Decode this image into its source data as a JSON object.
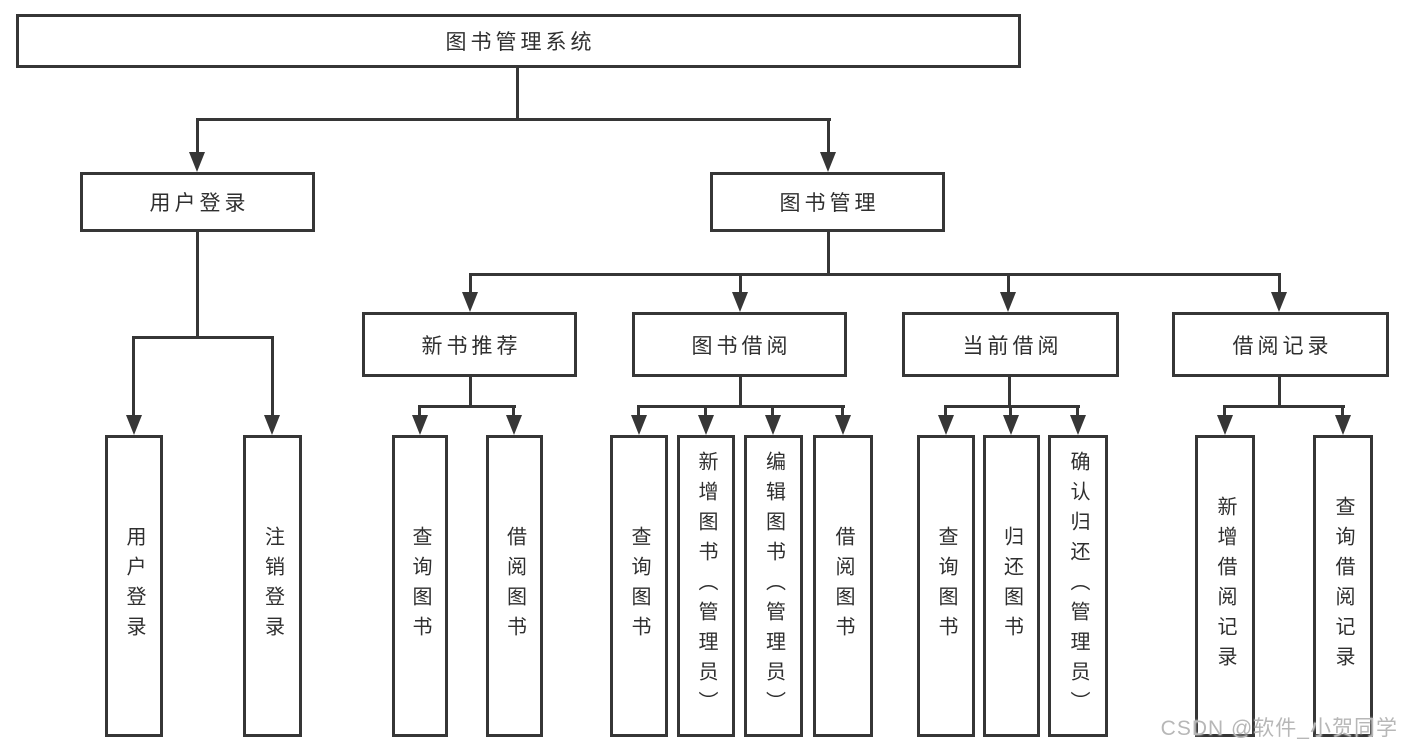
{
  "tree": {
    "label": "图书管理系统",
    "children": [
      {
        "label": "用户登录",
        "children": [
          {
            "label": "用户登录"
          },
          {
            "label": "注销登录"
          }
        ]
      },
      {
        "label": "图书管理",
        "children": [
          {
            "label": "新书推荐",
            "children": [
              {
                "label": "查询图书"
              },
              {
                "label": "借阅图书"
              }
            ]
          },
          {
            "label": "图书借阅",
            "children": [
              {
                "label": "查询图书"
              },
              {
                "label": "新增图书（管理员）"
              },
              {
                "label": "编辑图书（管理员）"
              },
              {
                "label": "借阅图书"
              }
            ]
          },
          {
            "label": "当前借阅",
            "children": [
              {
                "label": "查询图书"
              },
              {
                "label": "归还图书"
              },
              {
                "label": "确认归还（管理员）"
              }
            ]
          },
          {
            "label": "借阅记录",
            "children": [
              {
                "label": "新增借阅记录"
              },
              {
                "label": "查询借阅记录"
              }
            ]
          }
        ]
      }
    ]
  },
  "watermark": {
    "text": "CSDN @软件_小贺同学"
  },
  "colors": {
    "line": "#363636",
    "text": "#2f2f2f",
    "background": "#ffffff",
    "watermark": "#b7b7b7"
  }
}
